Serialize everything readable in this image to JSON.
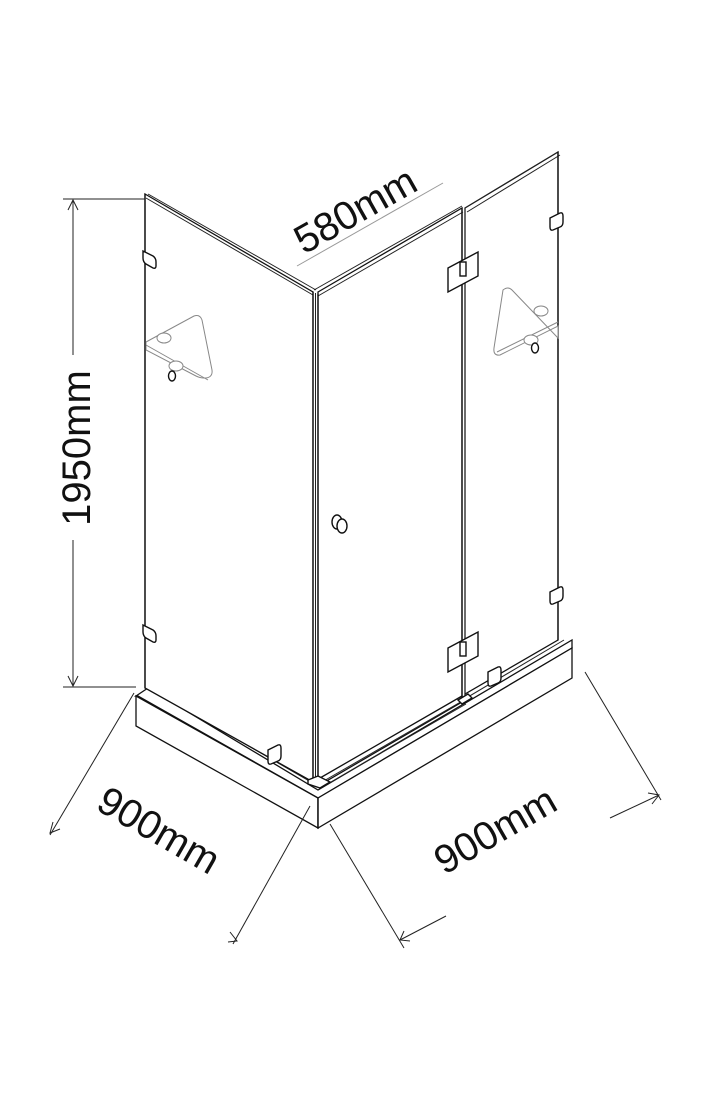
{
  "diagram": {
    "subject": "Corner shower enclosure",
    "background": "#ffffff",
    "line_color": "#111111",
    "dimensions": {
      "height": {
        "label": "1950mm",
        "value": 1950,
        "unit": "mm"
      },
      "door_width": {
        "label": "580mm",
        "value": 580,
        "unit": "mm"
      },
      "left_depth": {
        "label": "900mm",
        "value": 900,
        "unit": "mm"
      },
      "right_width": {
        "label": "900mm",
        "value": 900,
        "unit": "mm"
      }
    },
    "components": [
      "left-fixed-glass-panel",
      "hinged-door-panel",
      "right-fixed-glass-panel",
      "shower-tray",
      "corner-shelf-left",
      "corner-shelf-right",
      "door-knob",
      "door-hinge-top",
      "door-hinge-bottom",
      "wall-clamps"
    ]
  }
}
